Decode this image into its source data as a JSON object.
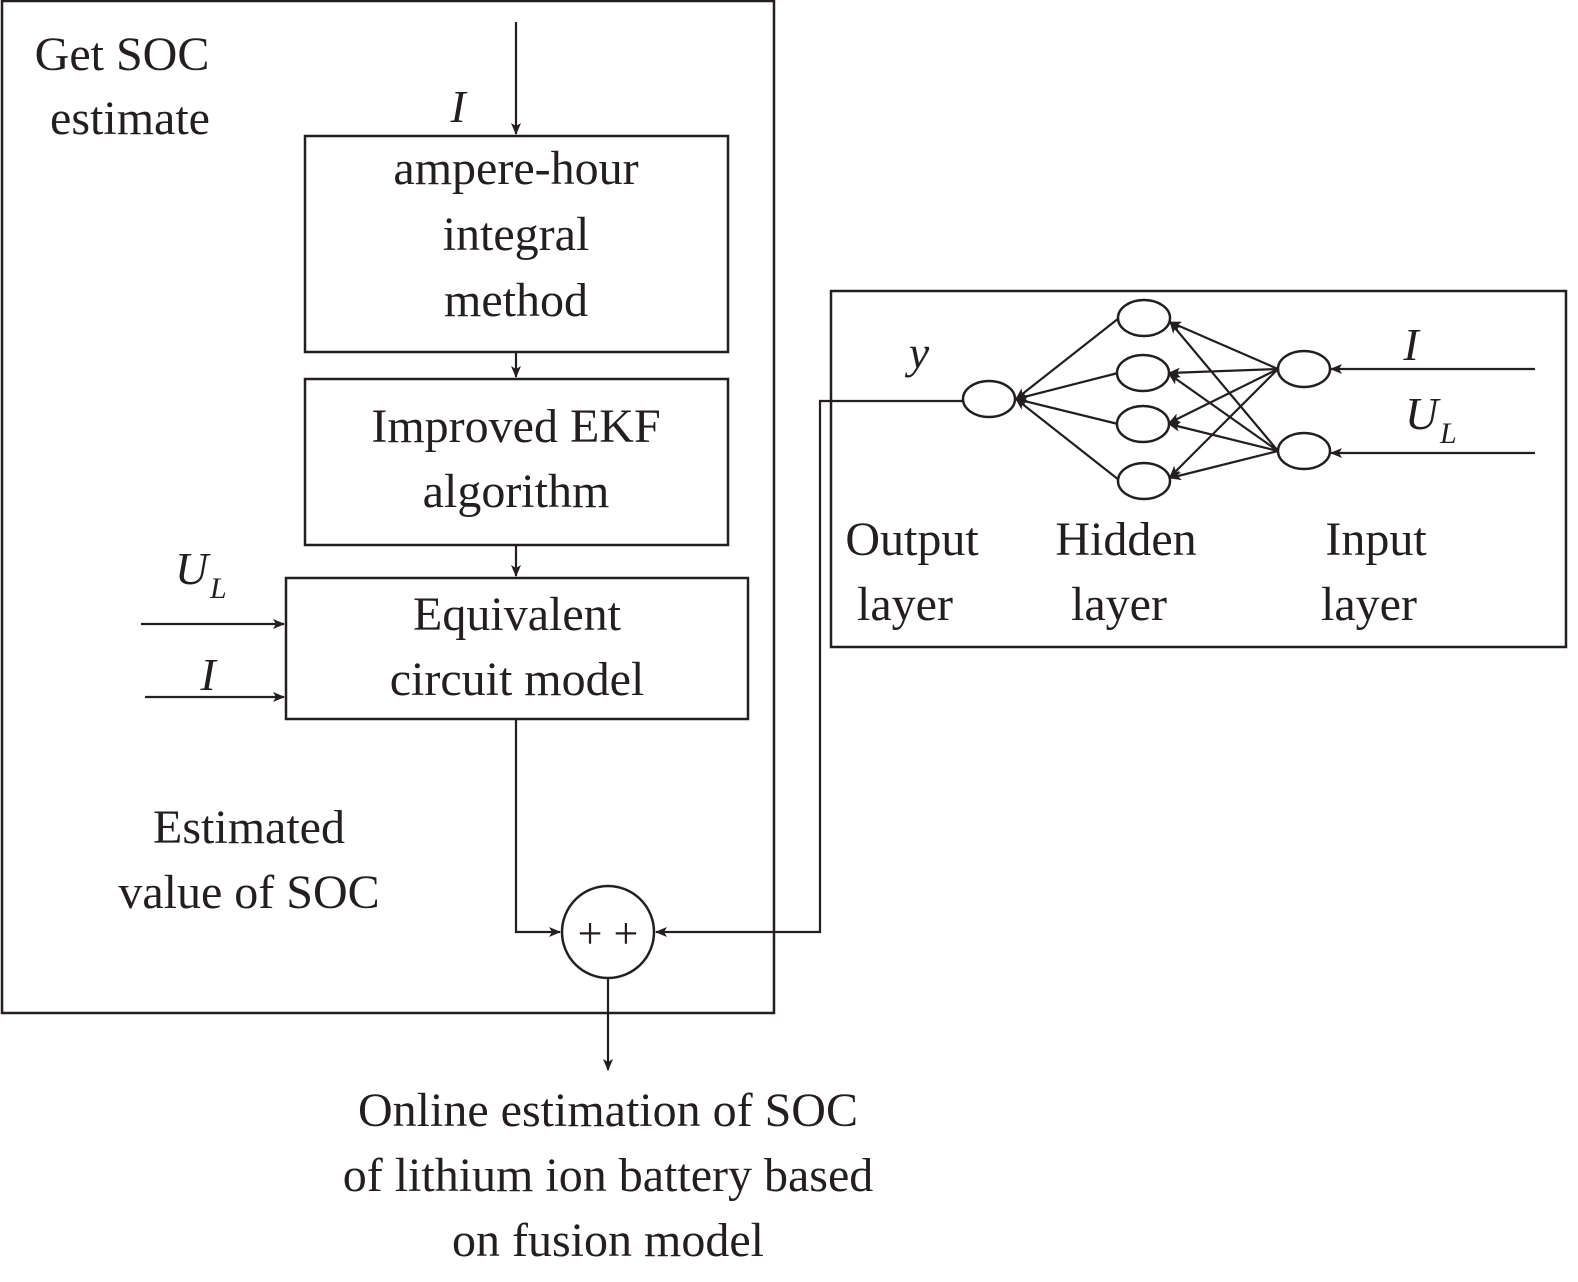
{
  "left_panel": {
    "title_line1": "Get SOC",
    "title_line2": "estimate",
    "top_input": "I",
    "ah_box": [
      "ampere-hour",
      "integral",
      "method"
    ],
    "ekf_box": [
      "Improved EKF",
      "algorithm"
    ],
    "ecm_box": [
      "Equivalent",
      "circuit model"
    ],
    "ecm_inputs": {
      "voltage": "U",
      "voltage_sub": "L",
      "current": "I"
    },
    "estimated_label": [
      "Estimated",
      "value of SOC"
    ]
  },
  "fusion_node": {
    "signs": "+ +"
  },
  "neural_net": {
    "output_symbol": "y",
    "input_current": "I",
    "input_voltage": "U",
    "input_voltage_sub": "L",
    "output_layer_label": [
      "Output",
      "layer"
    ],
    "hidden_layer_label": [
      "Hidden",
      "layer"
    ],
    "input_layer_label": [
      "Input",
      "layer"
    ]
  },
  "result_label": [
    "Online estimation of SOC",
    "of lithium ion battery based",
    "on fusion model"
  ]
}
